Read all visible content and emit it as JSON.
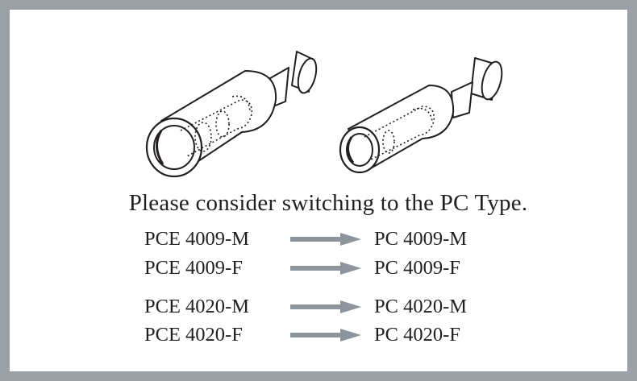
{
  "notice": {
    "heading": "Please consider switching to the PC Type.",
    "arrow_color": "#8d949c",
    "border_color": "#9aa0a6",
    "mappings": [
      {
        "from": "PCE 4009-M",
        "to": "PC 4009-M"
      },
      {
        "from": "PCE 4009-F",
        "to": "PC 4009-F"
      },
      {
        "from": "PCE 4020-M",
        "to": "PC 4020-M"
      },
      {
        "from": "PCE 4020-F",
        "to": "PC 4020-F"
      }
    ]
  },
  "illustration": {
    "items": [
      {
        "icon": "connector-large-icon"
      },
      {
        "icon": "connector-small-icon"
      }
    ]
  }
}
